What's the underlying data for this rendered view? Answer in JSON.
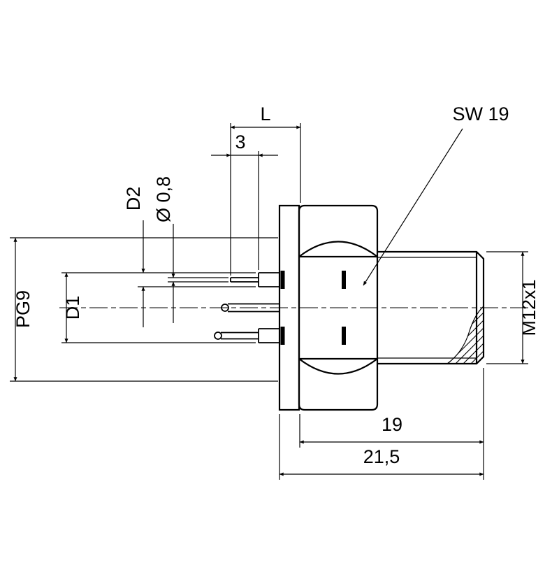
{
  "drawing": {
    "description": "Technical dimension drawing of an M12 panel-mount connector with solder contacts",
    "labels": {
      "l": "L",
      "three": "3",
      "pin_dia": "Ø 0,8",
      "d2": "D2",
      "d1": "D1",
      "pg9": "PG9",
      "sw19": "SW 19",
      "m12": "M12x1",
      "nineteen": "19",
      "twentyone_five": "21,5"
    },
    "colors": {
      "line": "#000000",
      "background": "#ffffff"
    }
  }
}
